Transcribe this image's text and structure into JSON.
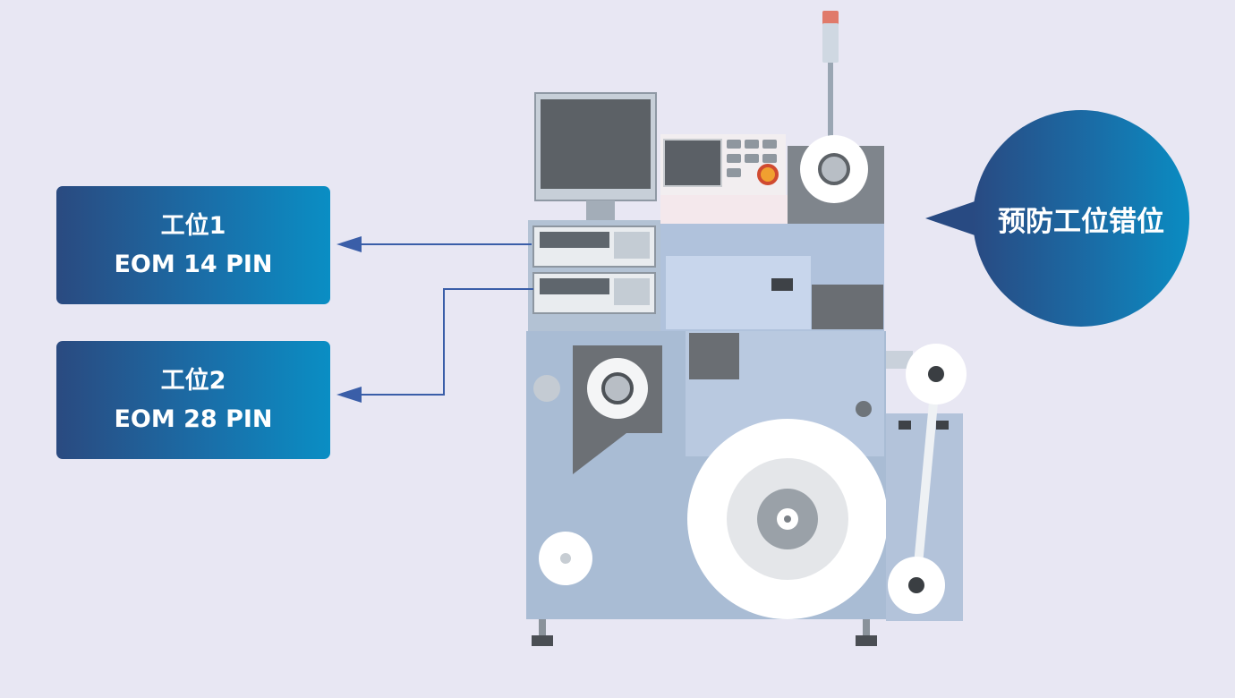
{
  "stations": [
    {
      "line1": "工位1",
      "line2": "EOM 14 PIN"
    },
    {
      "line1": "工位2",
      "line2": "EOM 28 PIN"
    }
  ],
  "callout": {
    "text": "预防工位错位"
  },
  "colors": {
    "background": "#e8e7f3",
    "box_gradient_start": "#2a4a80",
    "box_gradient_end": "#0a8ec4",
    "arrow": "#3a5ea8",
    "machine_body": "#a9bcd4",
    "machine_panel": "#c6d4e8"
  },
  "icons": [
    "reel-icon",
    "monitor-icon",
    "signal-tower-icon",
    "emergency-stop-icon"
  ]
}
